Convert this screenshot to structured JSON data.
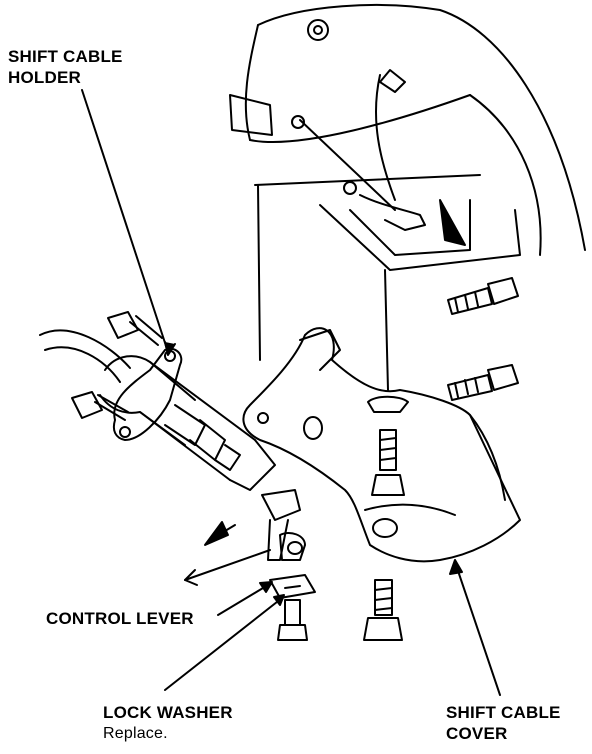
{
  "labels": {
    "shift_cable_holder": [
      "SHIFT CABLE",
      "HOLDER"
    ],
    "control_lever": "CONTROL LEVER",
    "lock_washer": "LOCK WASHER",
    "lock_washer_note": "Replace.",
    "shift_cable_cover": [
      "SHIFT CABLE",
      "COVER"
    ]
  },
  "colors": {
    "ink": "#000000",
    "paper": "#ffffff"
  }
}
